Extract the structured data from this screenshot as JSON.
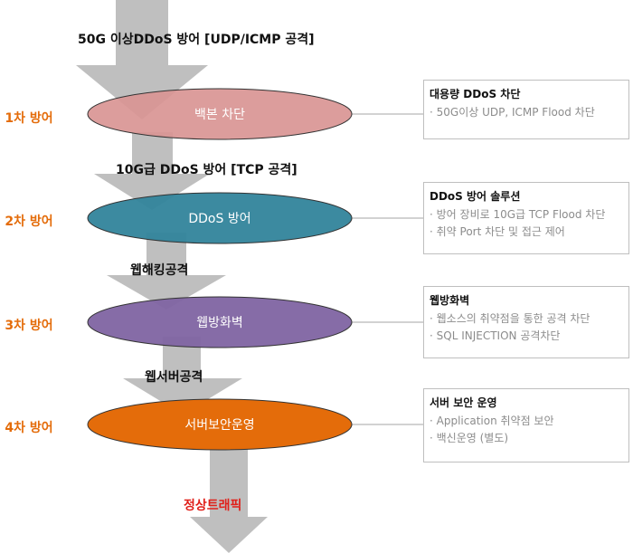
{
  "levels": [
    {
      "tier": "1차 방어",
      "name": "백본 차단",
      "fill": "#d99594",
      "box_title": "대용량 DDoS 차단",
      "box_items": [
        "· 50G이상 UDP, ICMP Flood 차단"
      ]
    },
    {
      "tier": "2차 방어",
      "name": "DDoS 방어",
      "fill": "#31849b",
      "box_title": "DDoS 방어 솔루션",
      "box_items": [
        "· 방어 장비로 10G급 TCP Flood 차단",
        "· 취약 Port 차단 및 접근 제어"
      ]
    },
    {
      "tier": "3차 방어",
      "name": "웹방화벽",
      "fill": "#8064a2",
      "box_title": "웹방화벽",
      "box_items": [
        "· 웹소스의 취약점을 통한 공격 차단",
        "· SQL INJECTION 공격차단"
      ]
    },
    {
      "tier": "4차 방어",
      "name": "서버보안운영",
      "fill": "#e46c0a",
      "box_title": "서버 보안 운영",
      "box_items": [
        "· Application 취약점 보안",
        "· 백신운영 (별도)"
      ]
    }
  ],
  "attacks": [
    "50G 이상DDoS 방어 [UDP/ICMP 공격]",
    "10G급 DDoS 방어 [TCP 공격]",
    "웹해킹공격",
    "웹서버공격",
    "정상트래픽"
  ],
  "colors": {
    "arrow": "#bfbfbf",
    "tier_text": "#e46c0a",
    "normal_traffic": "#e0201a",
    "box_border": "#bfbfbf"
  }
}
